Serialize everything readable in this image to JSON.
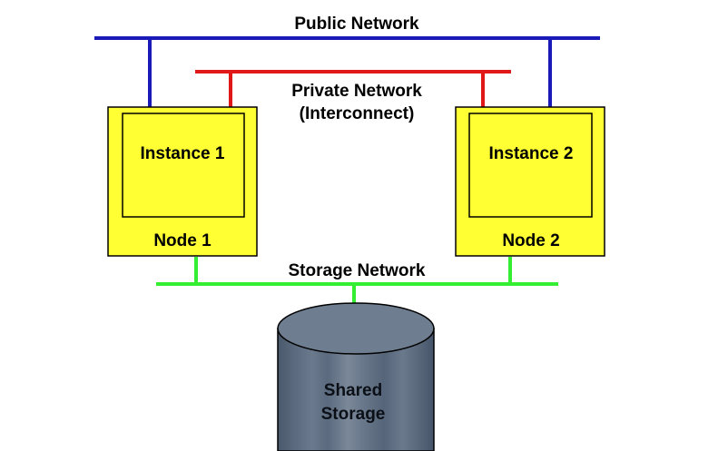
{
  "networks": {
    "public": {
      "label": "Public Network",
      "color": "#1a1ab8"
    },
    "private": {
      "label_line1": "Private Network",
      "label_line2": "(Interconnect)",
      "color": "#e01818"
    },
    "storage": {
      "label": "Storage Network",
      "color": "#33ee33"
    }
  },
  "nodes": [
    {
      "instance_label": "Instance 1",
      "node_label": "Node 1"
    },
    {
      "instance_label": "Instance 2",
      "node_label": "Node 2"
    }
  ],
  "storage": {
    "label_line1": "Shared",
    "label_line2": "Storage"
  },
  "colors": {
    "node_fill": "#ffff33",
    "cylinder_fill": "#5d6c80",
    "cylinder_top": "#6e7d90"
  }
}
